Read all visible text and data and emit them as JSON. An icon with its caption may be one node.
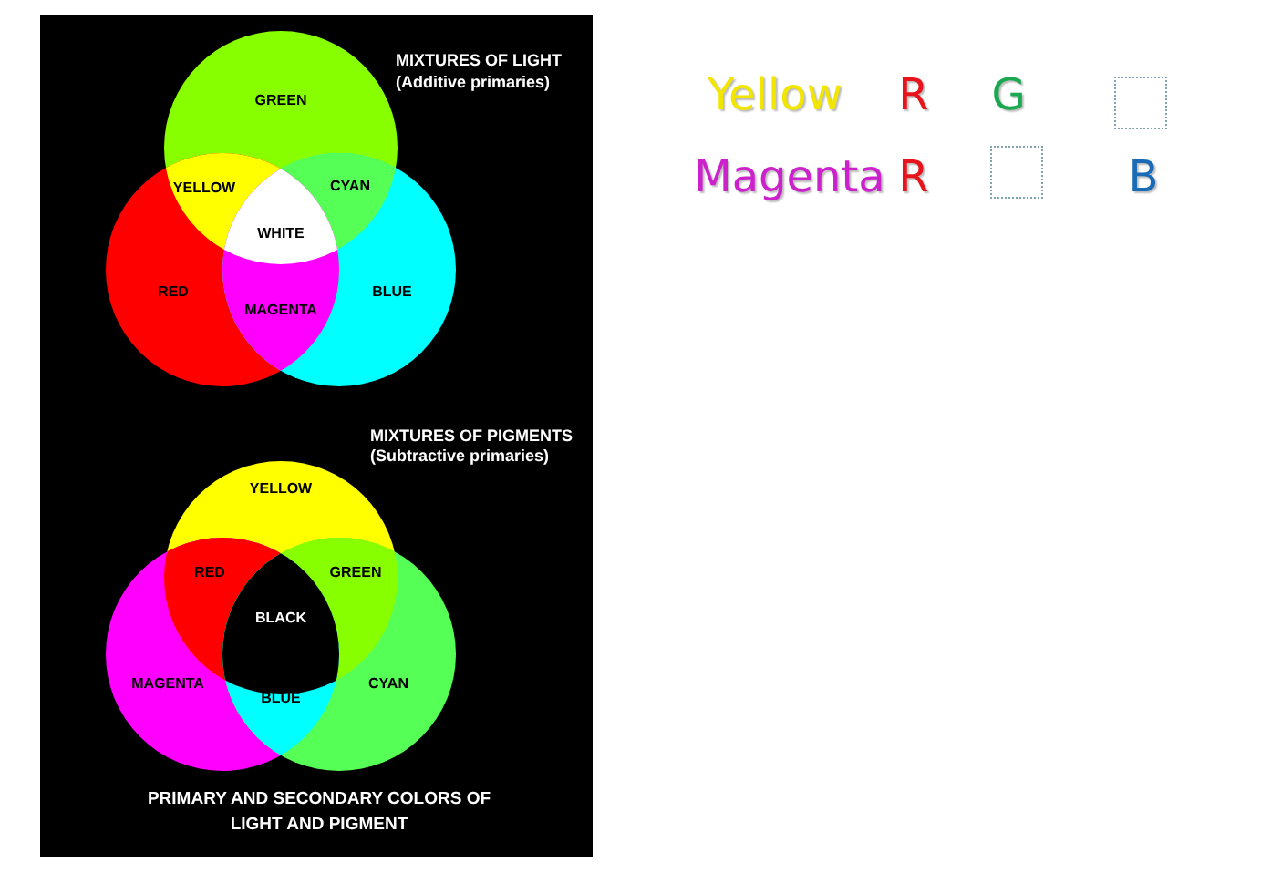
{
  "diagram": {
    "caption": "PRIMARY AND SECONDARY COLORS OF LIGHT AND PIGMENT",
    "nodes": [
      {
        "text": [
          "GREEN"
        ]
      },
      {
        "text": [
          "RED"
        ]
      },
      {
        "text": [
          "BLUE"
        ]
      },
      {
        "text": [
          "YELLOW"
        ]
      },
      {
        "text": [
          "MAGENTA"
        ]
      },
      {
        "text": [
          "CYAN"
        ]
      },
      {
        "text": [],
        "shape": "box"
      },
      {
        "text": [],
        "shape": "box"
      }
    ],
    "edges": [],
    "labels": [
      "MIXTURES OF LIGHT",
      "(Additive primaries)",
      "YELLOW",
      "CYAN",
      "WHITE",
      "MAGENTA",
      "MIXTURES OF PIGMENTS",
      "(Subtractive primaries)",
      "RED",
      "GREEN",
      "BLACK",
      "BLUE",
      "Yellow",
      "R",
      "G",
      "Magenta",
      "R",
      "B"
    ]
  }
}
